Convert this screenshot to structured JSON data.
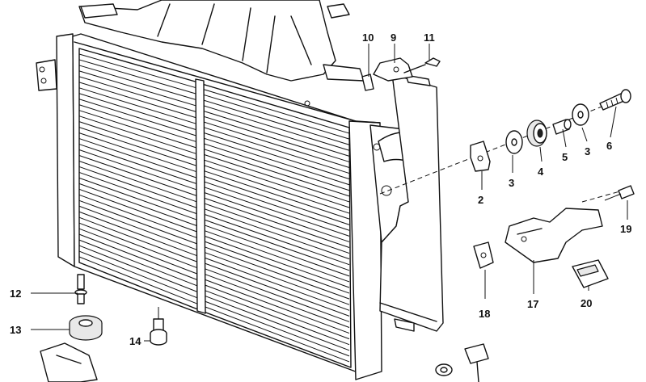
{
  "callouts": {
    "c10": "10",
    "c9": "9",
    "c11": "11",
    "c6": "6",
    "c3a": "3",
    "c5": "5",
    "c4": "4",
    "c3b": "3",
    "c2": "2",
    "c19": "19",
    "c17": "17",
    "c18": "18",
    "c20": "20",
    "c12": "12",
    "c13": "13",
    "c14": "14"
  },
  "colors": {
    "line": "#111111",
    "background": "#ffffff",
    "shade": "#e8e8e8"
  }
}
